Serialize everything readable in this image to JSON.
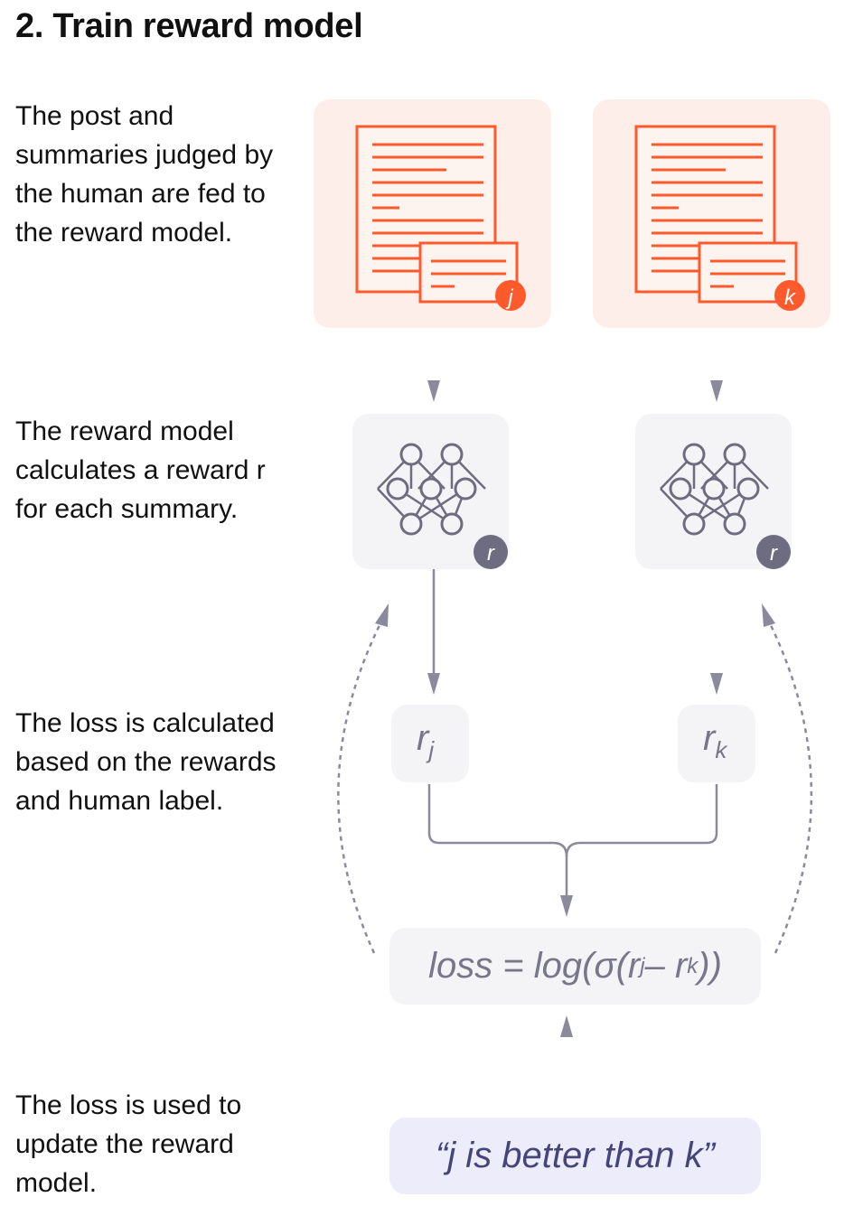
{
  "title": "2. Train reward model",
  "descriptions": [
    "The post and summaries judged by the human are fed to the reward model.",
    "The reward model calculates a reward r for each summary.",
    "The loss is calculated based on the rewards and human label.",
    "The loss is used to update the reward model."
  ],
  "documents": [
    {
      "badge": "j"
    },
    {
      "badge": "k"
    }
  ],
  "reward_models": [
    {
      "badge": "r"
    },
    {
      "badge": "r"
    }
  ],
  "rewards": [
    {
      "base": "r",
      "sub": "j"
    },
    {
      "base": "r",
      "sub": "k"
    }
  ],
  "loss": {
    "prefix": "loss = log(σ(r",
    "sub1": "j",
    "mid": "– r",
    "sub2": "k",
    "suffix": "))"
  },
  "label": "“j is better than k”",
  "colors": {
    "accent": "#ff5a2c",
    "doc_bg": "#fdeee9",
    "gray_bg": "#f4f4f6",
    "icon_gray": "#6e6c80",
    "label_bg": "#ececfa"
  }
}
